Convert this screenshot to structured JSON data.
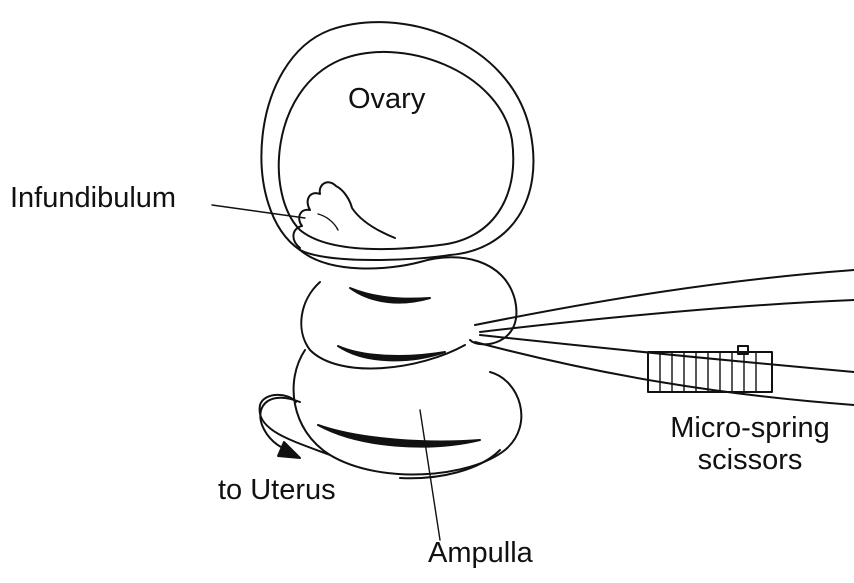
{
  "labels": {
    "ovary": "Ovary",
    "infundibulum": "Infundibulum",
    "to_uterus": "to Uterus",
    "micro_spring_scissors_line1": "Micro-spring",
    "micro_spring_scissors_line2": "scissors",
    "ampulla": "Ampulla"
  },
  "colors": {
    "line": "#111111",
    "background": "#ffffff"
  }
}
